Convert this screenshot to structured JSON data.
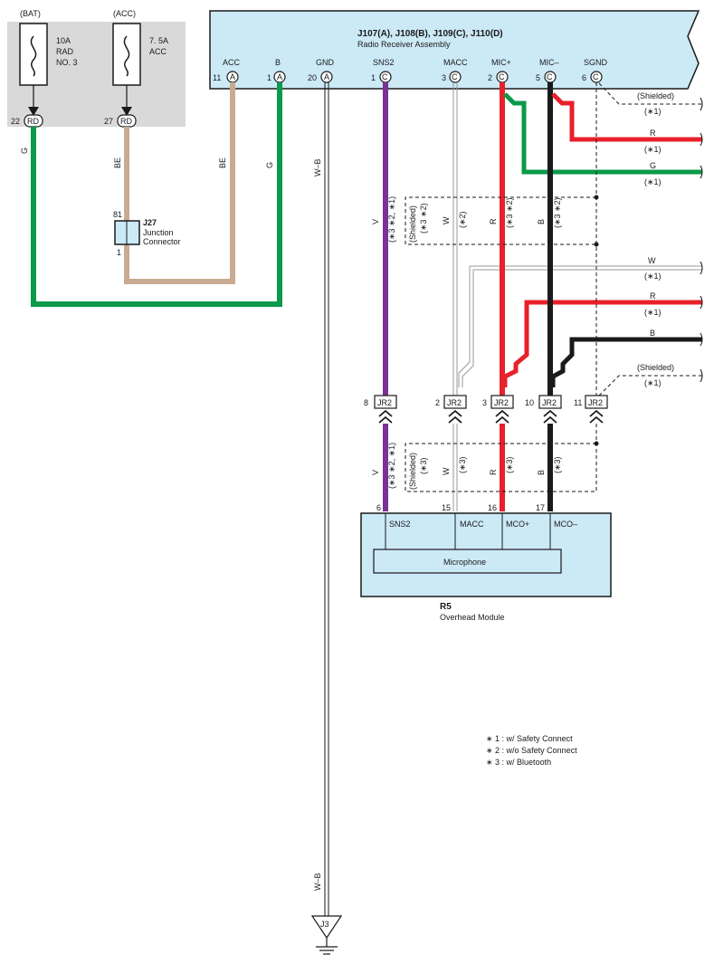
{
  "fuse_box": {
    "bat_label": "(BAT)",
    "acc_label": "(ACC)",
    "fuse1": [
      "10A",
      "RAD",
      "NO. 3"
    ],
    "fuse2": [
      "7. 5A",
      "ACC"
    ],
    "pin_bat": "22",
    "pin_acc": "27",
    "conn_code": "RD"
  },
  "radio": {
    "title": "J107(A), J108(B), J109(C), J110(D)",
    "subtitle": "Radio Receiver Assembly",
    "terminals": [
      {
        "label": "ACC",
        "pin": "11",
        "conn": "A"
      },
      {
        "label": "B",
        "pin": "1",
        "conn": "A"
      },
      {
        "label": "GND",
        "pin": "20",
        "conn": "A"
      },
      {
        "label": "SNS2",
        "pin": "1",
        "conn": "C"
      },
      {
        "label": "MACC",
        "pin": "3",
        "conn": "C"
      },
      {
        "label": "MIC+",
        "pin": "2",
        "conn": "C"
      },
      {
        "label": "MIC–",
        "pin": "5",
        "conn": "C"
      },
      {
        "label": "SGND",
        "pin": "6",
        "conn": "C"
      }
    ]
  },
  "wire_labels": {
    "g": "G",
    "be": "BE",
    "wb": "W–B",
    "v": "V",
    "w": "W",
    "r": "R",
    "b": "B"
  },
  "junction": {
    "id": "J27",
    "name": [
      "Junction",
      "Connector"
    ],
    "pin_top": "81",
    "pin_bottom": "1"
  },
  "notes": {
    "shielded": "(Shielded)",
    "n1": "(∗1)",
    "n2": "(∗2)",
    "n3": "(∗3)",
    "n32": "(∗3 ∗2)",
    "n321": "(∗3 ∗2, ∗1)"
  },
  "jr2": {
    "code": "JR2",
    "pins": [
      "8",
      "2",
      "3",
      "10",
      "11"
    ]
  },
  "module": {
    "id": "R5",
    "name": "Overhead Module",
    "pins": [
      {
        "label": "SNS2",
        "pin": "6"
      },
      {
        "label": "MACC",
        "pin": "15"
      },
      {
        "label": "MCO+",
        "pin": "16"
      },
      {
        "label": "MCO–",
        "pin": "17"
      }
    ],
    "inner": "Microphone"
  },
  "ground": {
    "id": "J3"
  },
  "legend": [
    "∗ 1 : w/ Safety Connect",
    "∗ 2 : w/o Safety Connect",
    "∗ 3 : w/ Bluetooth"
  ],
  "colors": {
    "green": "#0a9a49",
    "beige": "#c8ab92",
    "violet": "#7a3295",
    "red": "#e8202a",
    "black": "#1a1a1a",
    "header_fill": "#cce9f6",
    "fuse_bg": "#d9d9d9"
  }
}
